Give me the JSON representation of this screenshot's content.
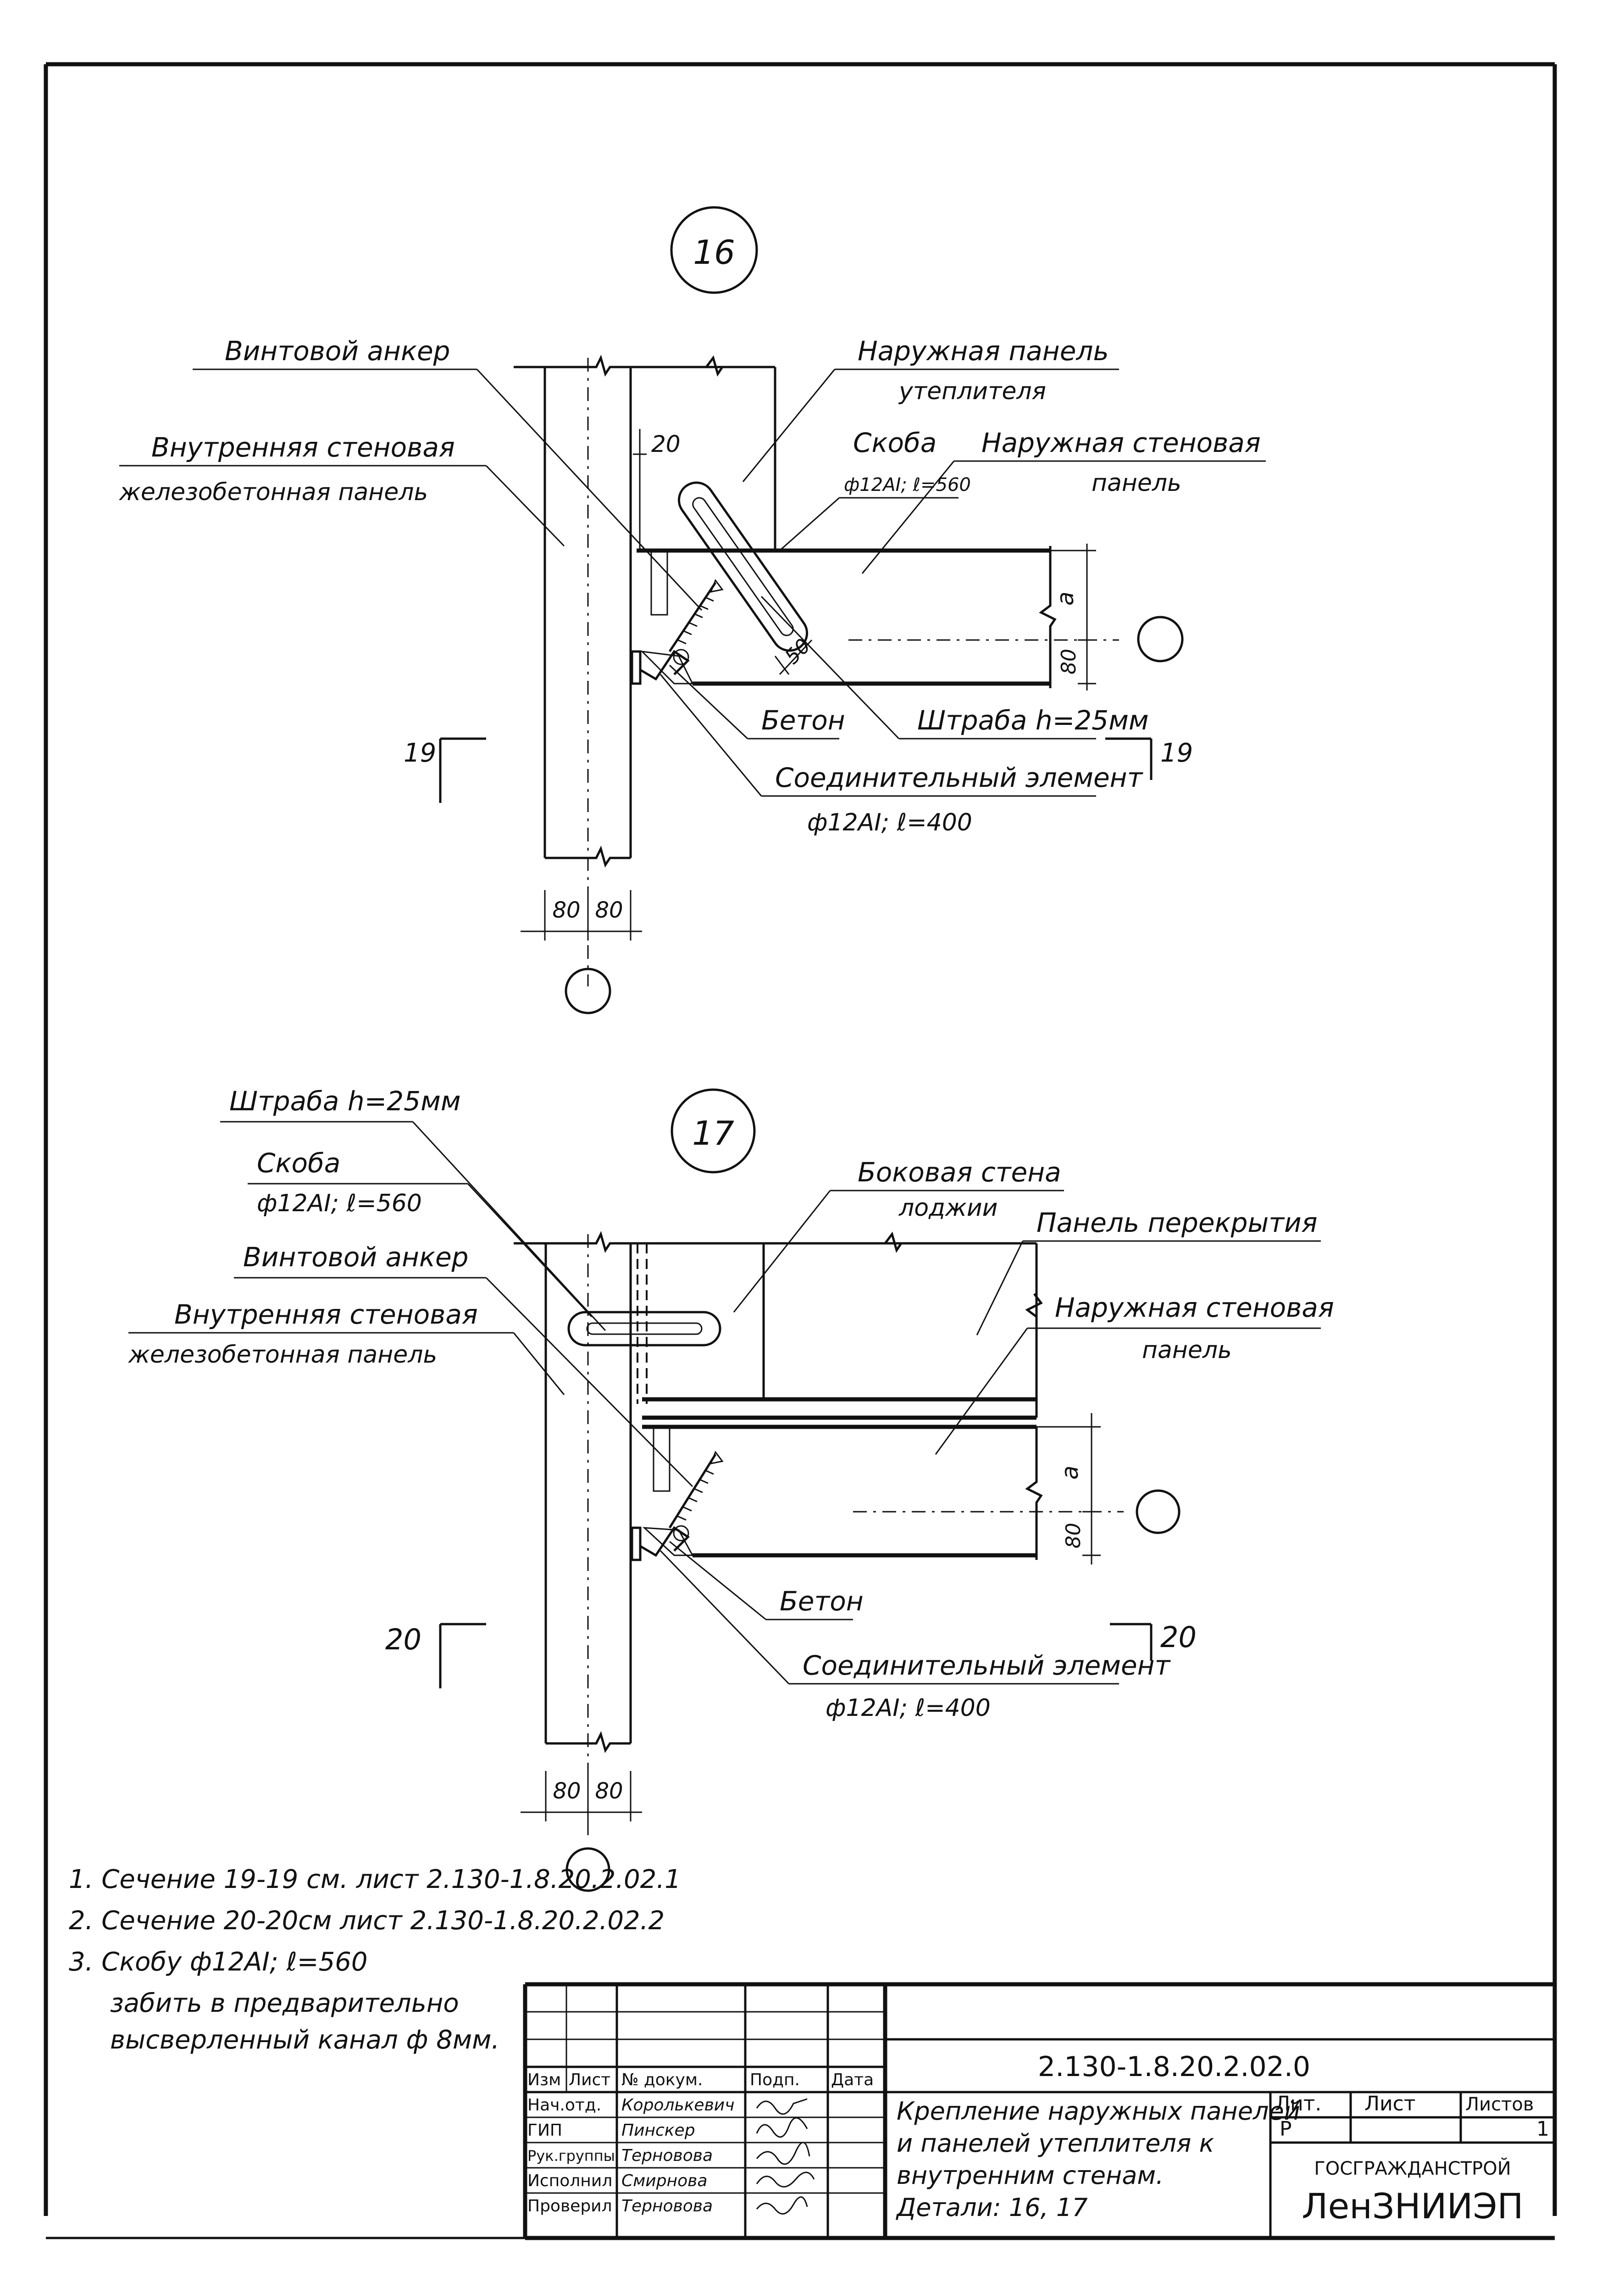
{
  "detail16": {
    "number": "16",
    "labels": {
      "screw_anchor": "Винтовой анкер",
      "outer_insul_1": "Наружная панель",
      "outer_insul_2": "утеплителя",
      "inner_wall_1": "Внутренняя стеновая",
      "inner_wall_2": "железобетонная панель",
      "bracket_1": "Скоба",
      "bracket_2": "ф12AI; ℓ=560",
      "outer_wall_1": "Наружная стеновая",
      "outer_wall_2": "панель",
      "concrete": "Бетон",
      "groove": "Штраба h=25мм",
      "connector_1": "Соединительный элемент",
      "connector_2": "ф12AI; ℓ=400"
    },
    "dims": {
      "d20": "20",
      "d50": "50",
      "a": "a",
      "d80v": "80",
      "d80a": "80",
      "d80b": "80"
    },
    "section": "19"
  },
  "detail17": {
    "number": "17",
    "labels": {
      "groove": "Штраба h=25мм",
      "bracket_1": "Скоба",
      "bracket_2": "ф12AI; ℓ=560",
      "screw_anchor": "Винтовой анкер",
      "inner_wall_1": "Внутренняя стеновая",
      "inner_wall_2": "железобетонная панель",
      "side_wall_1": "Боковая стена",
      "side_wall_2": "лоджии",
      "floor_panel": "Панель перекрытия",
      "outer_wall_1": "Наружная стеновая",
      "outer_wall_2": "панель",
      "concrete": "Бетон",
      "connector_1": "Соединительный элемент",
      "connector_2": "ф12AI; ℓ=400"
    },
    "dims": {
      "a": "a",
      "d80v": "80",
      "d80a": "80",
      "d80b": "80"
    },
    "section": "20"
  },
  "notes": [
    "1. Сечение 19-19 см. лист 2.130-1.8.20.2.02.1",
    "2. Сечение 20-20см лист 2.130-1.8.20.2.02.2",
    "3. Скобу ф12AI; ℓ=560",
    "забить в предварительно",
    "высверленный канал ф 8мм."
  ],
  "title_block": {
    "doc_code": "2.130-1.8.20.2.02.0",
    "header": [
      "Изм",
      "Лист",
      "№ докум.",
      "Подп.",
      "Дата"
    ],
    "rows": [
      {
        "role": "Нач.отд.",
        "name": "Королькевич"
      },
      {
        "role": "ГИП",
        "name": "Пинскер"
      },
      {
        "role": "Рук.группы",
        "name": "Терновова"
      },
      {
        "role": "Исполнил",
        "name": "Смирнова"
      },
      {
        "role": "Проверил",
        "name": "Терновова"
      }
    ],
    "title_lines": [
      "Крепление наружных панелей",
      "и панелей утеплителя к",
      "внутренним стенам.",
      "Детали: 16, 17"
    ],
    "stage_header": "Лит.",
    "sheet_header": "Лист",
    "sheets_header": "Листов",
    "stage": "Р",
    "sheets": "1",
    "org_1": "ГОСГРАЖДАНСТРОЙ",
    "org_2": "ЛенЗНИИЭП"
  }
}
